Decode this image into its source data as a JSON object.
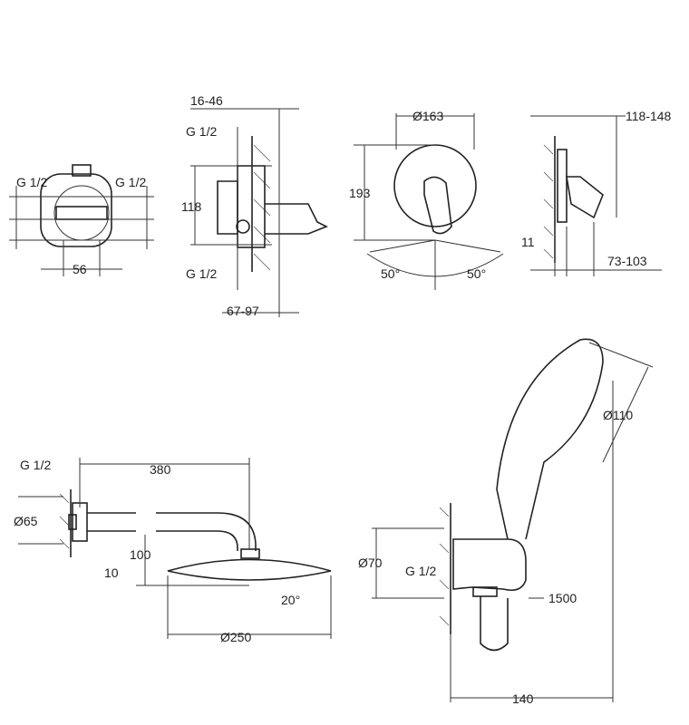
{
  "drawing": {
    "valve_front": {
      "thread_left": "G 1/2",
      "thread_right": "G 1/2",
      "width": "56"
    },
    "valve_side": {
      "depth_range": "16-46",
      "thread_top": "G 1/2",
      "height": "118",
      "thread_bottom": "G 1/2",
      "install_depth": "67-97"
    },
    "trim_front": {
      "diameter": "Ø163",
      "height": "193",
      "angle_left": "50°",
      "angle_right": "50°"
    },
    "trim_side": {
      "projection": "118-148",
      "plate_depth": "11",
      "lever_range": "73-103"
    },
    "head_shower": {
      "thread": "G 1/2",
      "arm_length": "380",
      "flange_diameter": "Ø65",
      "drop": "100",
      "flange_depth": "10",
      "tilt": "20°",
      "head_diameter": "Ø250"
    },
    "hand_shower": {
      "head_diameter": "Ø110",
      "outlet_diameter": "Ø70",
      "thread": "G 1/2",
      "hose_length": "1500",
      "projection": "140"
    }
  }
}
